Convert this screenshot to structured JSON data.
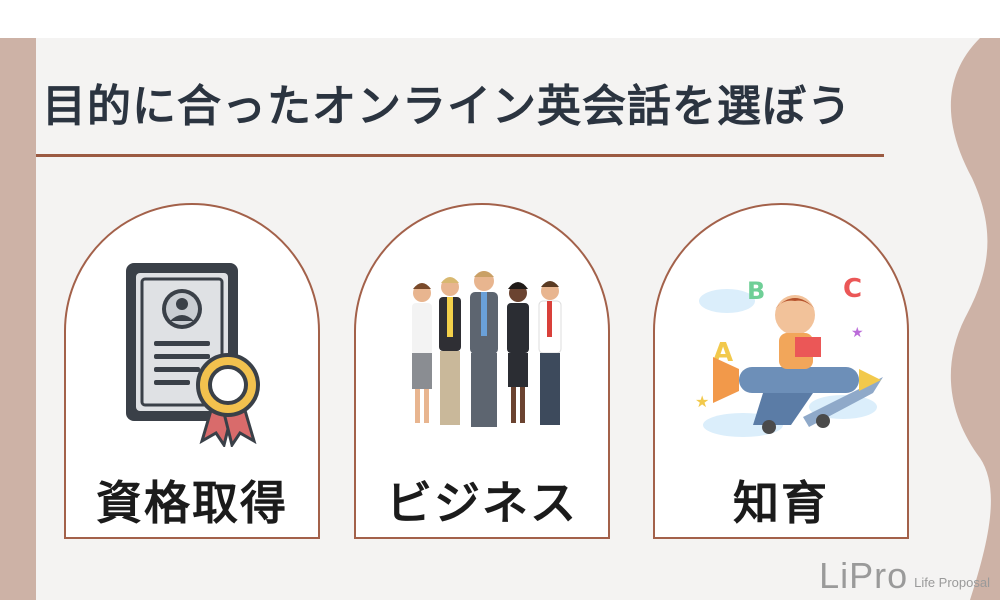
{
  "title": "目的に合ったオンライン英会話を選ぼう",
  "cards": [
    {
      "label": "資格取得",
      "icon": "certificate-icon"
    },
    {
      "label": "ビジネス",
      "icon": "business-people-icon"
    },
    {
      "label": "知育",
      "icon": "child-on-plane-icon"
    }
  ],
  "logo": {
    "main": "LiPro",
    "sub": "Life Proposal"
  },
  "colors": {
    "accent": "#9b5a42",
    "band": "#cdb2a6",
    "panel": "#f4f3f2",
    "text": "#2b3440"
  }
}
